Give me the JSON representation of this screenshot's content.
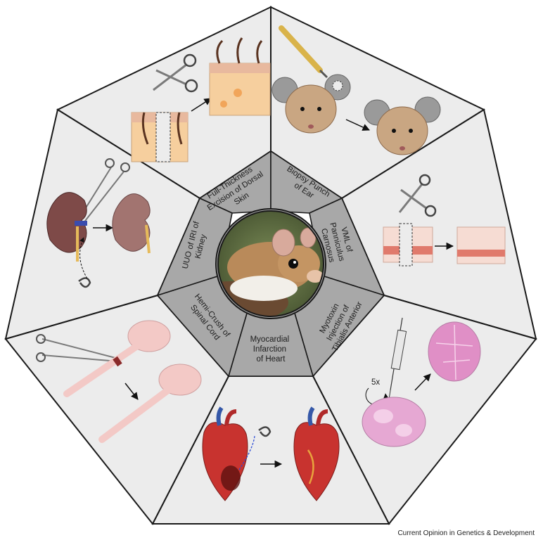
{
  "figure": {
    "credit": "Current Opinion in Genetics & Development",
    "center_image": "spiny-mouse-photo",
    "colors": {
      "outer_panel": "#ececec",
      "inner_ring": "#a8a8a8",
      "outline": "#1a1a1a",
      "tissue_pink": "#f3c9c6",
      "organ_red": "#c8332f"
    },
    "procedures": [
      {
        "id": "skin",
        "line1": "Full-Thickness",
        "line2": "Excision of Dorsal",
        "line3": "Skin"
      },
      {
        "id": "ear",
        "line1": "Biopsy Punch",
        "line2": "of Ear"
      },
      {
        "id": "muscle",
        "line1": "VML of",
        "line2": "Panniculus",
        "line3": "Carnosus"
      },
      {
        "id": "tibialis",
        "line1": "Myotoxin",
        "line2": "Injection of",
        "line3": "Tibialis Anterior"
      },
      {
        "id": "heart",
        "line1": "Myocardial",
        "line2": "Infarction",
        "line3": "of Heart"
      },
      {
        "id": "spinal",
        "line1": "Hemi-Crush of",
        "line2": "Spinal Cord"
      },
      {
        "id": "kidney",
        "line1": "UUO of IRI of",
        "line2": "Kidney"
      }
    ],
    "injection_count": "5x"
  }
}
